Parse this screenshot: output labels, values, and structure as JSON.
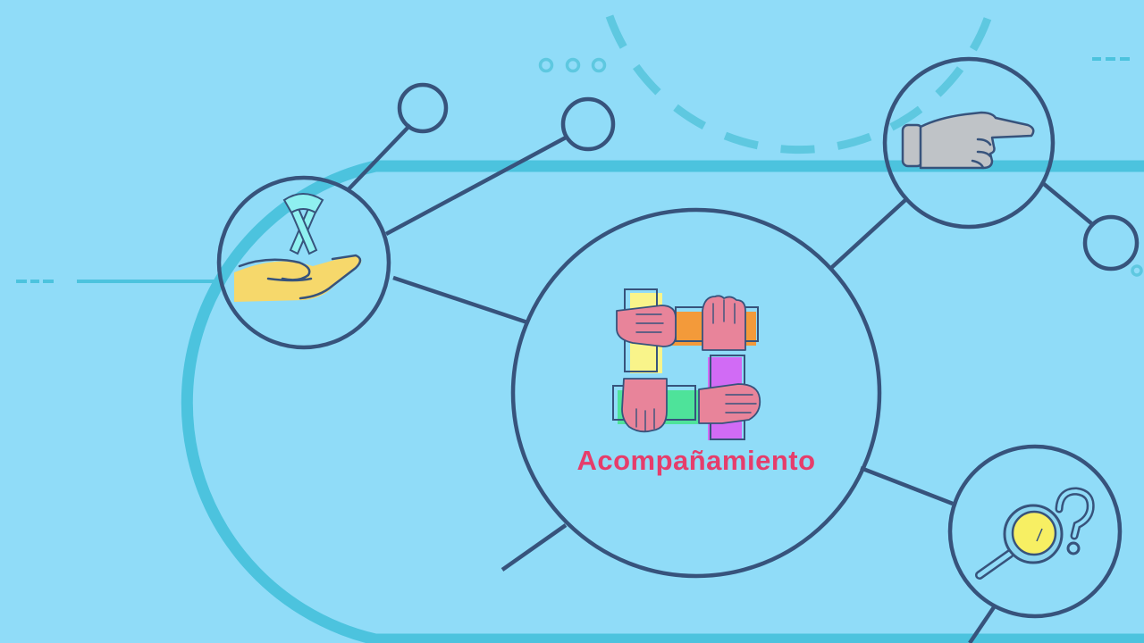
{
  "colors": {
    "background": "#90dcf8",
    "ring": "#4cc3de",
    "node_stroke": "#37537c",
    "label": "#e63d6b",
    "skin": "#e8849a",
    "ribbon": "#8ff0f0",
    "hand_yellow": "#f6d86b",
    "glove_gray": "#bfc3c7",
    "lens_yellow": "#f7ef63"
  },
  "central_node": {
    "label": "Acompañamiento",
    "icon": "four-hands-teamwork-icon"
  },
  "satellite_nodes": [
    {
      "name": "support-node",
      "icon": "hand-holding-awareness-ribbon-icon"
    },
    {
      "name": "pointing-node",
      "icon": "pointing-hand-icon"
    },
    {
      "name": "inquiry-node",
      "icon": "magnifier-question-icon"
    }
  ]
}
